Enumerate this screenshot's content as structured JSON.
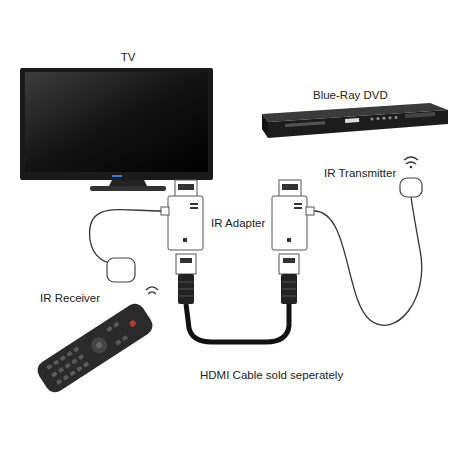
{
  "diagram": {
    "labels": [
      "TV",
      "Blue-Ray DVD",
      "IR Transmitter",
      "IR Adapter",
      "IR Receiver",
      "HDMI Cable sold seperately"
    ]
  }
}
